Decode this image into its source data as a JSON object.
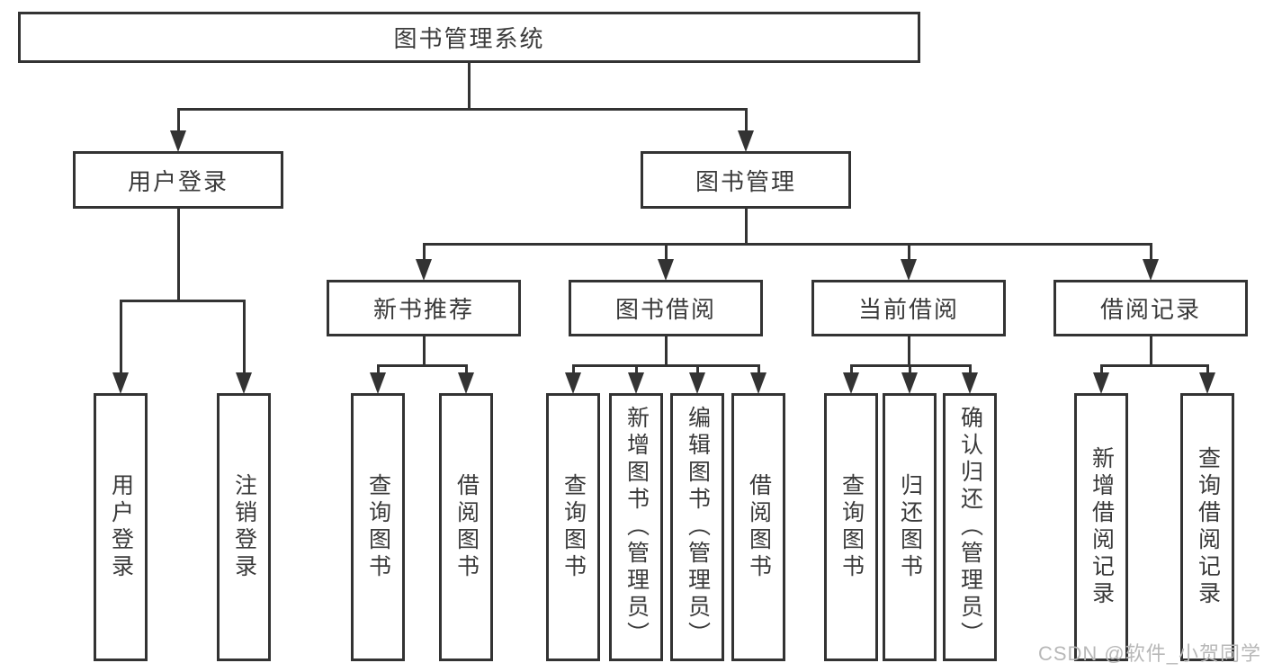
{
  "diagram": {
    "root": {
      "label": "图书管理系统"
    },
    "branches": [
      {
        "label": "用户登录",
        "children": [
          {
            "label": "用户登录"
          },
          {
            "label": "注销登录"
          }
        ]
      },
      {
        "label": "图书管理",
        "children": [
          {
            "label": "新书推荐",
            "children": [
              {
                "label": "查询图书"
              },
              {
                "label": "借阅图书"
              }
            ]
          },
          {
            "label": "图书借阅",
            "children": [
              {
                "label": "查询图书"
              },
              {
                "label": "新增图书（管理员）"
              },
              {
                "label": "编辑图书（管理员）"
              },
              {
                "label": "借阅图书"
              }
            ]
          },
          {
            "label": "当前借阅",
            "children": [
              {
                "label": "查询图书"
              },
              {
                "label": "归还图书"
              },
              {
                "label": "确认归还（管理员）"
              }
            ]
          },
          {
            "label": "借阅记录",
            "children": [
              {
                "label": "新增借阅记录"
              },
              {
                "label": "查询借阅记录"
              }
            ]
          }
        ]
      }
    ]
  },
  "watermark": {
    "text": "CSDN @软件_小贺同学"
  },
  "colors": {
    "line": "#333333",
    "text": "#3a3a3a",
    "watermark": "#b8b8b8",
    "background": "#ffffff"
  }
}
